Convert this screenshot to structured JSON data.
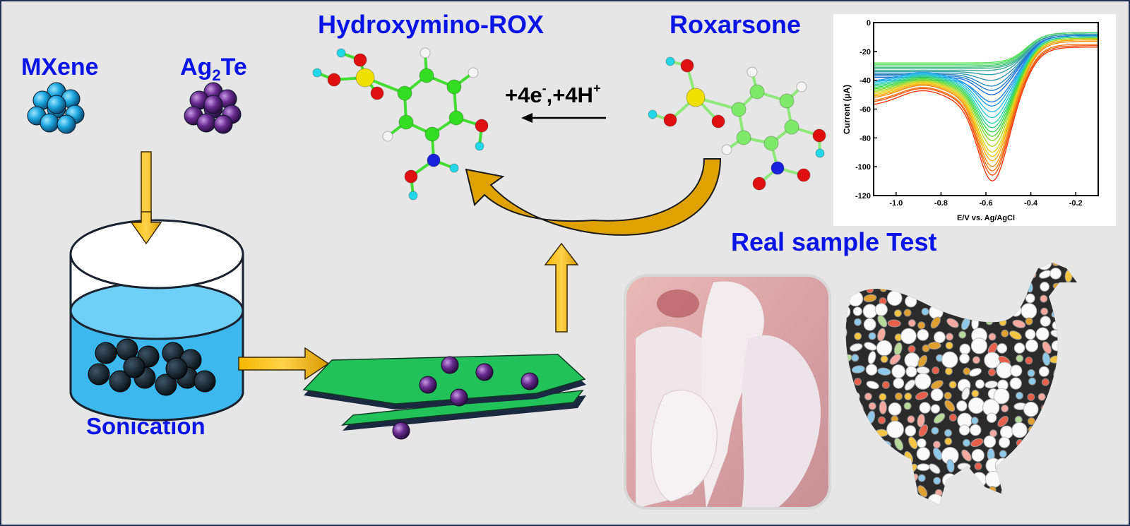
{
  "labels": {
    "mxene": "MXene",
    "ag2te": {
      "base": "Ag",
      "sub": "2",
      "rest": "Te"
    },
    "product": "Hydroxymino-ROX",
    "reactant": "Roxarsone",
    "reaction": {
      "a": "+4e",
      "a_sup": "-",
      "b": ",+4H",
      "b_sup": "+"
    },
    "sonication": "Sonication",
    "real_sample": "Real sample Test"
  },
  "colors": {
    "background": "#e6e6e6",
    "border": "#1f3050",
    "title_blue": "#0a14e6",
    "arrow_yellow": "#f5b800",
    "mxene_particle": "#1ba7e0",
    "ag2te_particle": "#6a2c91",
    "sheet_green": "#22c25a",
    "liquid": "#3cb8ee"
  },
  "chart_data": {
    "type": "line",
    "title": "",
    "xlabel": "E/V vs. Ag/AgCl",
    "ylabel": "Current (µA)",
    "xlim": [
      -1.1,
      -0.1
    ],
    "ylim": [
      -120,
      0
    ],
    "xticks": [
      "-1.0",
      "-0.8",
      "-0.6",
      "-0.4",
      "-0.2"
    ],
    "yticks": [
      "0",
      "-20",
      "-40",
      "-60",
      "-80",
      "-100",
      "-120"
    ],
    "peak_potential": -0.57,
    "series_peak_currents": [
      -17,
      -21,
      -24,
      -27,
      -30,
      -33,
      -36,
      -40,
      -44,
      -47,
      -50,
      -55,
      -58,
      -62,
      -66,
      -70,
      -73,
      -76,
      -79,
      -82,
      -86,
      -90,
      -93,
      -96,
      -100,
      -103,
      -106,
      -110
    ],
    "series_left_currents": [
      -28,
      -29,
      -30,
      -31,
      -32,
      -33,
      -34,
      -35,
      -36,
      -37,
      -38,
      -40,
      -41,
      -42,
      -43,
      -44,
      -45,
      -46,
      -47,
      -48,
      -49,
      -50,
      -51,
      -52,
      -53,
      -55,
      -56,
      -58
    ],
    "series_right_currents": [
      -7,
      -7,
      -7,
      -8,
      -8,
      -8,
      -8,
      -9,
      -9,
      -9,
      -9,
      -9,
      -10,
      -10,
      -10,
      -10,
      -10,
      -11,
      -11,
      -11,
      -11,
      -12,
      -12,
      -12,
      -13,
      -15,
      -16,
      -17
    ]
  }
}
